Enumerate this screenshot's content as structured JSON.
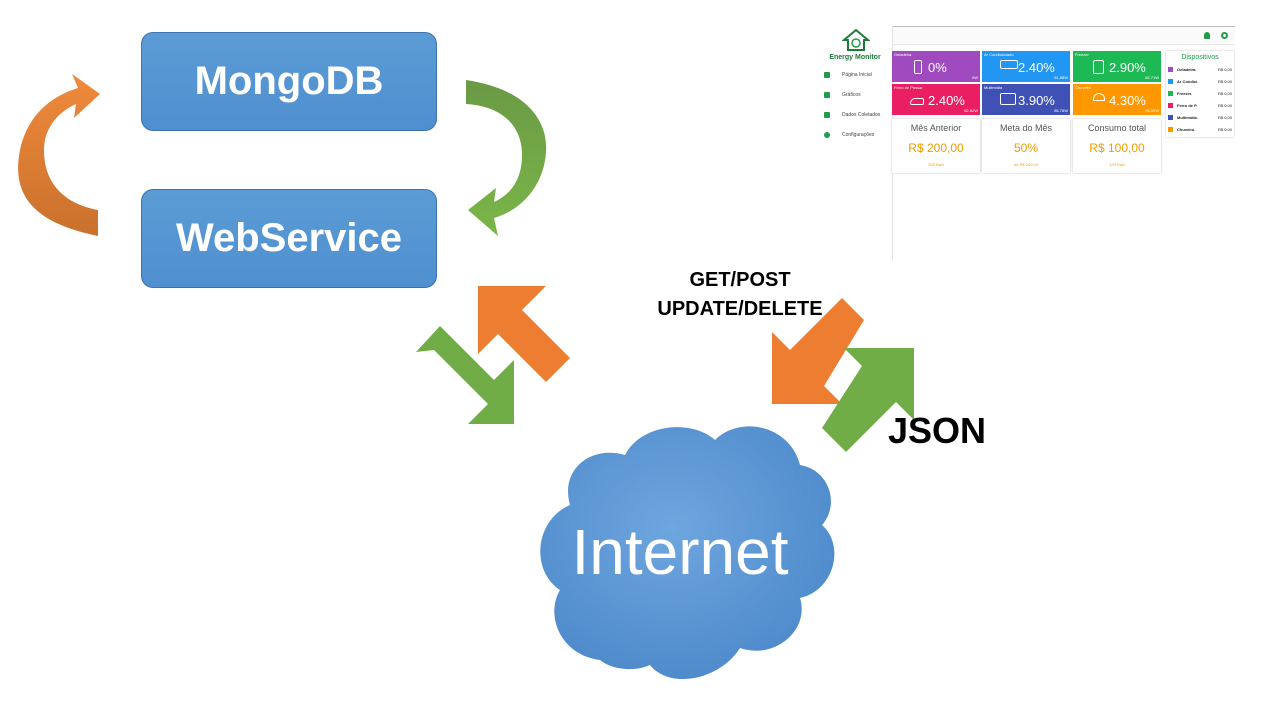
{
  "nodes": {
    "mongodb": "MongoDB",
    "webservice": "WebService",
    "internet": "Internet"
  },
  "labels": {
    "get_post": "GET/POST",
    "update_delete": "UPDATE/DELETE",
    "json": "JSON"
  },
  "colors": {
    "box": "#5b9bd5",
    "orange_arrow": "#ed7d31",
    "green_arrow": "#70ad47",
    "cloud": "#5b9bd5"
  },
  "dashboard": {
    "title": "Energy Monitor",
    "sidebar": [
      "Página Inicial",
      "Gráficos",
      "Dados Coletados",
      "Configurações"
    ],
    "tiles": [
      {
        "name": "Geladeira",
        "percent": "0%",
        "watts": "0W",
        "color": "#a04ac0"
      },
      {
        "name": "Ar Condicionado",
        "percent": "2.40%",
        "watts": "51.88W",
        "color": "#2196f3"
      },
      {
        "name": "Freezer",
        "percent": "2.90%",
        "watts": "62.71W",
        "color": "#1db954"
      },
      {
        "name": "Ferro de Passar",
        "percent": "2.40%",
        "watts": "52.62W",
        "color": "#e91e63"
      },
      {
        "name": "Multimídia",
        "percent": "3.90%",
        "watts": "85.78W",
        "color": "#3f51b5"
      },
      {
        "name": "Chuveiro",
        "percent": "4.30%",
        "watts": "95.00W",
        "color": "#ff9800"
      }
    ],
    "cards": [
      {
        "title": "Mês Anterior",
        "value": "R$ 200,00",
        "sub": "220 Kwh"
      },
      {
        "title": "Meta do Mês",
        "value": "50%",
        "sub": "de R$ 200,00"
      },
      {
        "title": "Consumo total",
        "value": "R$ 100,00",
        "sub": "120 Kwh"
      }
    ],
    "devices_title": "Dispositivos",
    "devices": [
      {
        "name": "Geladeira.",
        "value": "R$ 0,00",
        "color": "#a04ac0"
      },
      {
        "name": "Ar Condici.",
        "value": "R$ 0,00",
        "color": "#2196f3"
      },
      {
        "name": "Freezer.",
        "value": "R$ 0,00",
        "color": "#1db954"
      },
      {
        "name": "Ferro de P.",
        "value": "R$ 0,00",
        "color": "#e91e63"
      },
      {
        "name": "Multimídia.",
        "value": "R$ 0,00",
        "color": "#3f51b5"
      },
      {
        "name": "Chuveiro.",
        "value": "R$ 0,00",
        "color": "#ff9800"
      }
    ]
  }
}
